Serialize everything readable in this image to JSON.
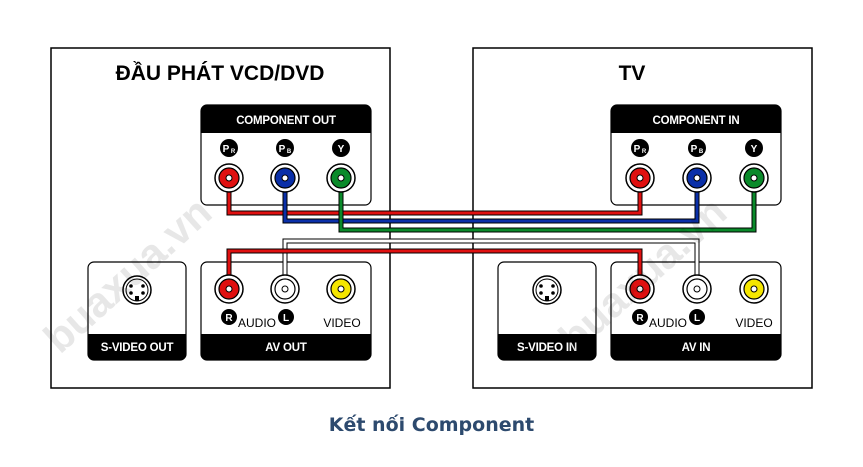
{
  "watermark": "buaxua.vn",
  "player": {
    "title": "ĐẦU PHÁT VCD/DVD",
    "component_label": "COMPONENT OUT",
    "svideo_label": "S-VIDEO OUT",
    "av_label": "AV OUT",
    "audio_label": "AUDIO",
    "video_label": "VIDEO",
    "badge_pr_main": "P",
    "badge_pr_sub": "R",
    "badge_pb_main": "P",
    "badge_pb_sub": "B",
    "badge_y": "Y",
    "badge_r": "R",
    "badge_l": "L"
  },
  "tv": {
    "title": "TV",
    "component_label": "COMPONENT IN",
    "svideo_label": "S-VIDEO IN",
    "av_label": "AV IN",
    "audio_label": "AUDIO",
    "video_label": "VIDEO",
    "badge_pr_main": "P",
    "badge_pr_sub": "R",
    "badge_pb_main": "P",
    "badge_pb_sub": "B",
    "badge_y": "Y",
    "badge_r": "R",
    "badge_l": "L"
  },
  "caption": "Kết nối Component",
  "colors": {
    "red": "#e01010",
    "blue": "#0a2fa8",
    "green": "#0a8a2a",
    "white_jack": "#ffffff",
    "yellow": "#f5e600",
    "caption": "#2d4a6e"
  }
}
